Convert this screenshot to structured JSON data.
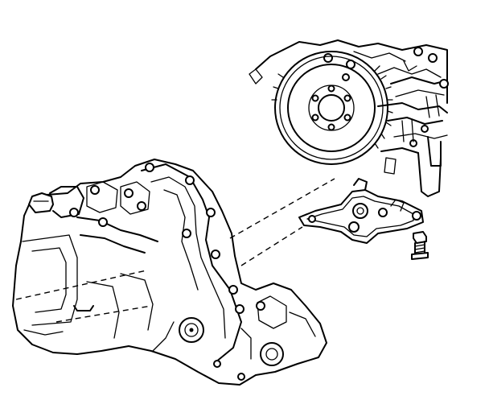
{
  "diagram": {
    "components": [
      {
        "id": "engine-block",
        "kind": "assembly"
      },
      {
        "id": "flywheel",
        "kind": "disc",
        "bolt_holes": 6
      },
      {
        "id": "mounting-bracket",
        "kind": "plate"
      },
      {
        "id": "bolt",
        "kind": "fastener"
      },
      {
        "id": "transaxle",
        "kind": "assembly"
      }
    ],
    "relations": [
      {
        "from": "transaxle",
        "to": "mounting-bracket",
        "style": "dashed-alignment"
      },
      {
        "from": "mounting-bracket",
        "to": "bolt",
        "style": "exploded"
      }
    ]
  }
}
